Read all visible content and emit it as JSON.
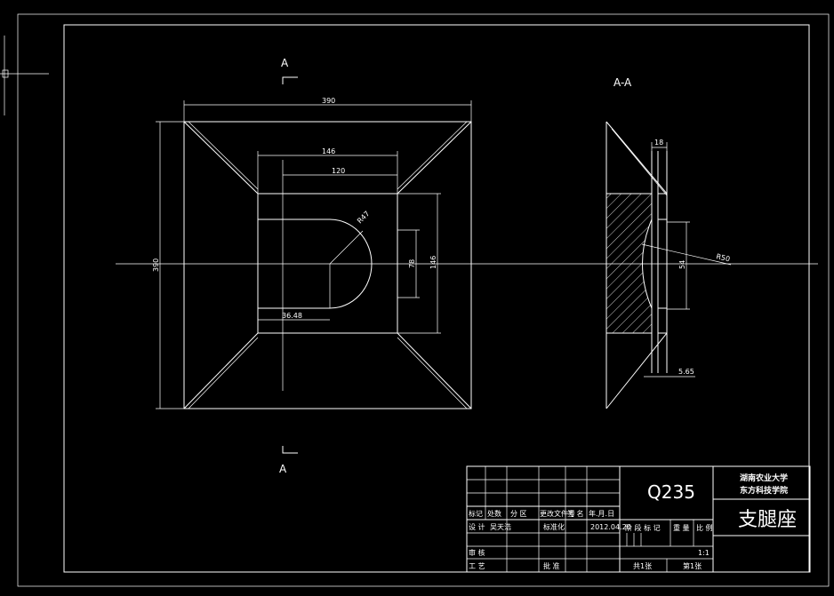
{
  "section": {
    "cut_label_top": "A",
    "cut_label_bottom": "A",
    "view_label": "A-A"
  },
  "plan_view": {
    "dim_outer_width": "390",
    "dim_outer_height": "390",
    "dim_inner_width": "146",
    "dim_inner_hole": "120",
    "dim_inner_height": "146",
    "dim_slot": "78",
    "dim_radius": "R47",
    "dim_offset": "36.48"
  },
  "section_view": {
    "dim_thickness": "18",
    "dim_radius": "R50",
    "dim_chord": "54",
    "dim_depth": "5.65"
  },
  "title_block": {
    "school_line1": "湖南农业大学",
    "school_line2": "东方科技学院",
    "material": "Q235",
    "part_name": "支腿座",
    "header_cells": [
      "标记",
      "处数",
      "分 区",
      "更改文件号",
      "签 名",
      "年.月.日"
    ],
    "design_label": "设 计",
    "designer": "吴天浩",
    "standard_label": "标准化",
    "date": "2012.04.20",
    "stage_label": "阶 段 标 记",
    "weight_label": "重 量",
    "scale_label": "比 例",
    "scale_value": "1:1",
    "review_label": "审 核",
    "process_label": "工 艺",
    "approve_label": "批 准",
    "sheets_total": "共1张",
    "sheet_no": "第1张"
  }
}
